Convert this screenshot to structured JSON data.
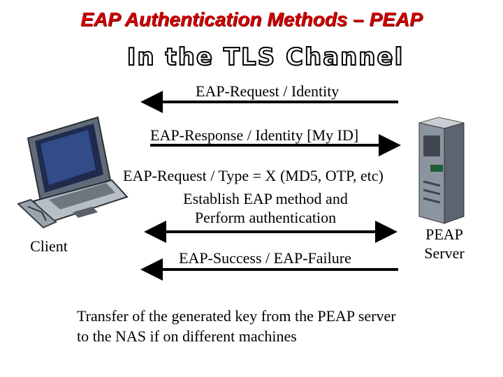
{
  "title": "EAP Authentication Methods – PEAP",
  "subtitle": "In the TLS Channel",
  "messages": {
    "m1": "EAP-Request / Identity",
    "m2": "EAP-Response / Identity [My ID]",
    "m3": "EAP-Request / Type = X (MD5, OTP, etc)",
    "m4_line1": "Establish EAP method and",
    "m4_line2": "Perform authentication",
    "m5": "EAP-Success / EAP-Failure"
  },
  "entities": {
    "client": "Client",
    "server_line1": "PEAP",
    "server_line2": "Server"
  },
  "note": {
    "line1": "Transfer of the generated key from the PEAP server",
    "line2": "to the NAS if on different machines"
  },
  "colors": {
    "title": "#cc0000",
    "arrow": "#000000"
  }
}
